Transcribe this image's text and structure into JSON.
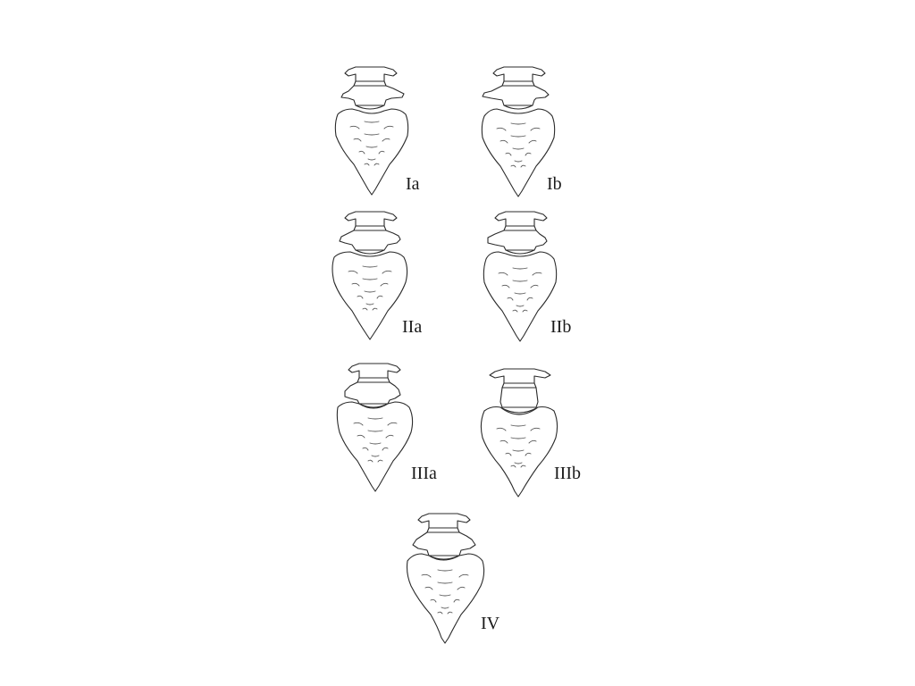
{
  "panels": [
    {
      "id": "Ia",
      "label": "Ia"
    },
    {
      "id": "Ib",
      "label": "Ib"
    },
    {
      "id": "IIa",
      "label": "IIa"
    },
    {
      "id": "IIb",
      "label": "IIb"
    },
    {
      "id": "IIIa",
      "label": "IIIa"
    },
    {
      "id": "IIIb",
      "label": "IIIb"
    },
    {
      "id": "IV",
      "label": "IV"
    }
  ],
  "colors": {
    "line": "#2b2b2b",
    "background": "#ffffff"
  }
}
